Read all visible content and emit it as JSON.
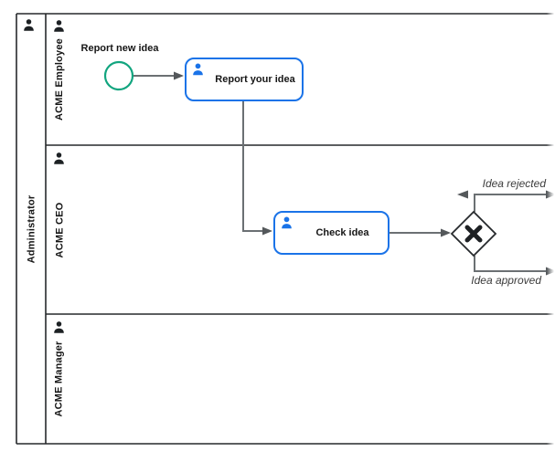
{
  "colors": {
    "canvas-bg": "#ffffff",
    "pool-border": "#26292c",
    "flow": "#6b7073",
    "arrow": "#54585b",
    "task-border": "#1a73e8",
    "task-icon": "#1a73e8",
    "start-event": "#12a57f",
    "gateway-border": "#26292c",
    "gateway-marker": "#1e2124",
    "lane-icon": "#1d2124",
    "label-text": "#161616",
    "flow-label-text": "#3c3c3c",
    "shape-fill": "#ffffff"
  },
  "pool": {
    "label": "Administrator",
    "lanes": [
      {
        "label": "ACME Employee"
      },
      {
        "label": "ACME CEO"
      },
      {
        "label": "ACME Manager"
      }
    ]
  },
  "elements": {
    "start_event": {
      "type": "start-event",
      "label": "Report new idea"
    },
    "task_report": {
      "type": "user-task",
      "label": "Report your idea"
    },
    "task_check": {
      "type": "user-task",
      "label": "Check idea"
    },
    "gateway": {
      "type": "exclusive-gateway"
    }
  },
  "flows": {
    "rejected": {
      "label": "Idea rejected"
    },
    "approved": {
      "label": "Idea approved"
    }
  },
  "icons": {
    "lane_header": "person-icon",
    "user_task_badge": "person-icon",
    "gateway_marker": "x-cross-icon"
  }
}
